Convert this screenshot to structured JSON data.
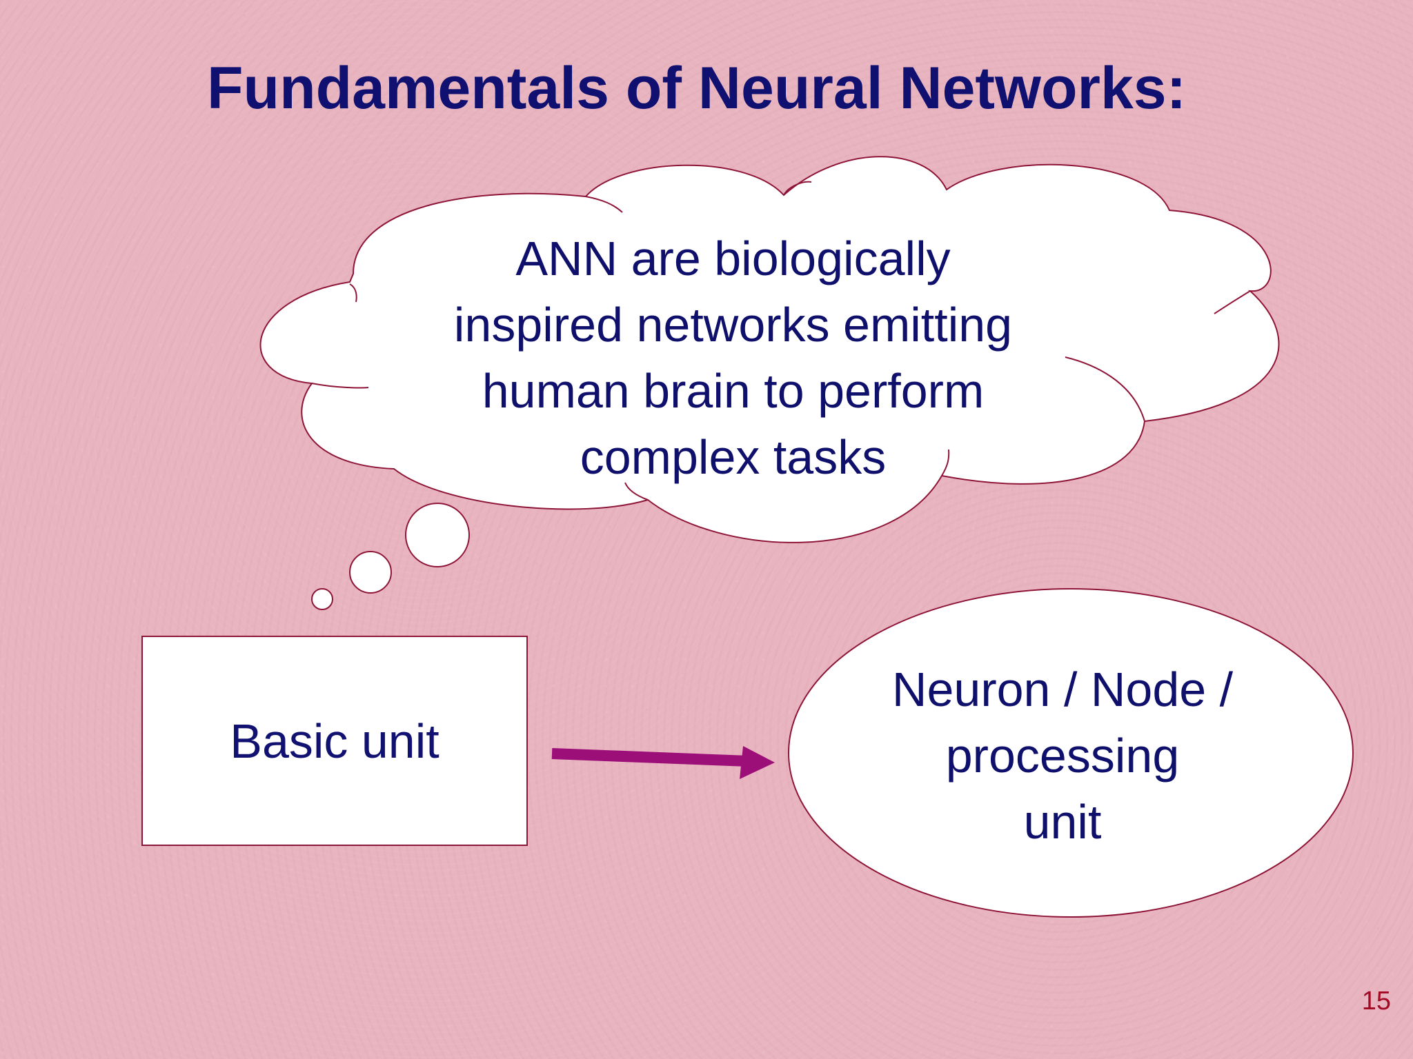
{
  "slide": {
    "title": "Fundamentals of Neural Networks:",
    "page_number": "15"
  },
  "thought_bubble": {
    "lines": [
      "ANN are biologically",
      "inspired networks emitting",
      "human brain to perform",
      "complex tasks"
    ]
  },
  "basic_unit_box": {
    "label": "Basic unit"
  },
  "neuron_ellipse": {
    "lines": [
      "Neuron / Node /",
      "processing",
      "unit"
    ]
  },
  "colors": {
    "background": "#e8b4bf",
    "title": "#101070",
    "text": "#0f0f6c",
    "shape_fill": "#ffffff",
    "shape_stroke": "#8e1537",
    "arrow": "#9c0f78",
    "page_number": "#a30b24"
  },
  "icons": {
    "arrow": "right-arrow-icon"
  }
}
